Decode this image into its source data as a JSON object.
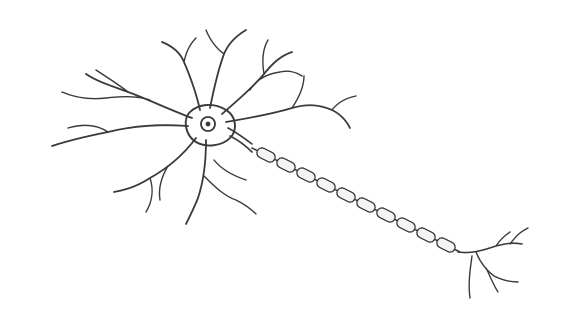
{
  "figure": {
    "subject": "neuron sketch",
    "style": "pencil line drawing",
    "parts": [
      "dendrite",
      "cell-body",
      "nucleus",
      "axon",
      "myelin-sheath",
      "axon-terminal"
    ],
    "myelin_segment_count": 10,
    "colors": {
      "background": "#ffffff",
      "ink": "#3a3a3a",
      "ink_light": "#6a6a6a",
      "segment_fill": "#f4f4f4"
    }
  }
}
